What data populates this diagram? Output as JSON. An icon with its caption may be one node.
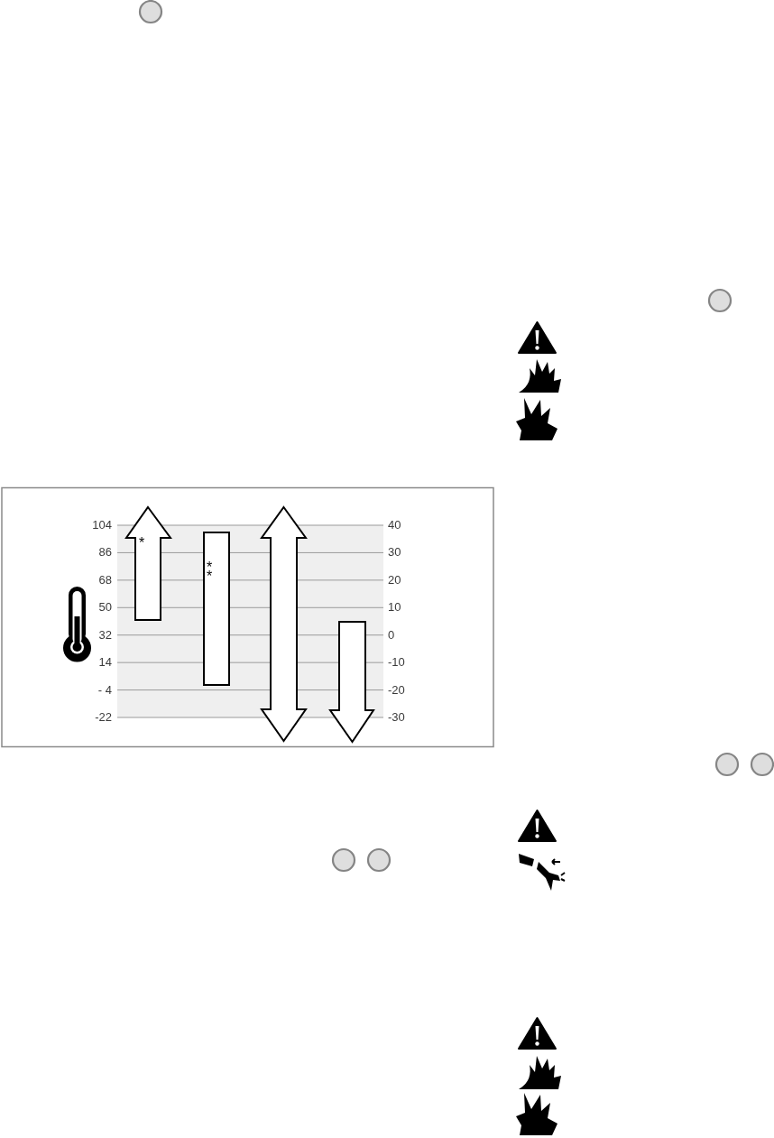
{
  "diagram": {
    "labels": [
      "104",
      "86",
      "68",
      "50",
      "32",
      "14",
      "- 4",
      "-22",
      "*",
      "**",
      "40",
      "30",
      "20",
      "10",
      "0",
      "-10",
      "-20",
      "-30"
    ]
  }
}
